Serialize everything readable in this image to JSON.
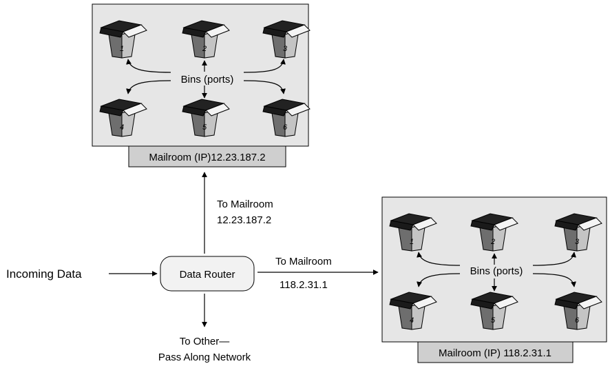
{
  "incoming_label": "Incoming Data",
  "router_label": "Data Router",
  "route_up": {
    "line1": "To Mailroom",
    "line2": "12.23.187.2"
  },
  "route_right": {
    "line1": "To Mailroom",
    "line2": "118.2.31.1"
  },
  "route_down": {
    "line1": "To Other—",
    "line2": "Pass Along Network"
  },
  "mailroom_a": {
    "caption": "Mailroom (IP)12.23.187.2",
    "bins_label": "Bins (ports)",
    "bins": [
      "1",
      "2",
      "3",
      "4",
      "5",
      "6"
    ]
  },
  "mailroom_b": {
    "caption": "Mailroom (IP) 118.2.31.1",
    "bins_label": "Bins (ports)",
    "bins": [
      "1",
      "2",
      "3",
      "4",
      "5",
      "6"
    ]
  },
  "colors": {
    "panel": "#e6e6e6",
    "caption_bg": "#cfcfcf",
    "bin_dark": "#222222",
    "bin_mid": "#6e6e6e",
    "bin_light": "#c4c4c4"
  }
}
